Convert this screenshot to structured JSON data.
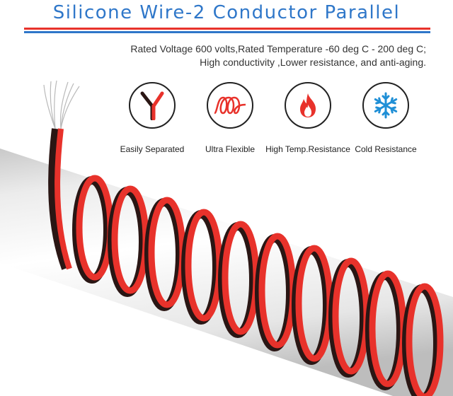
{
  "header": {
    "title": "Silicone Wire-2 Conductor Parallel"
  },
  "specs": {
    "line1": "Rated Voltage 600 volts,Rated Temperature -60 deg C - 200 deg C;",
    "line2": "High conductivity ,Lower resistance, and anti-aging."
  },
  "features": [
    {
      "label": "Easily Separated",
      "icon": "split-wire-icon"
    },
    {
      "label": "Ultra Flexible",
      "icon": "coil-icon"
    },
    {
      "label": "High Temp.Resistance",
      "icon": "flame-icon"
    },
    {
      "label": "Cold Resistance",
      "icon": "snowflake-icon"
    }
  ],
  "colors": {
    "title_blue": "#2f77c9",
    "accent_red": "#e8322b",
    "wire_black": "#2a1614",
    "snow_blue": "#1f8fd6"
  }
}
